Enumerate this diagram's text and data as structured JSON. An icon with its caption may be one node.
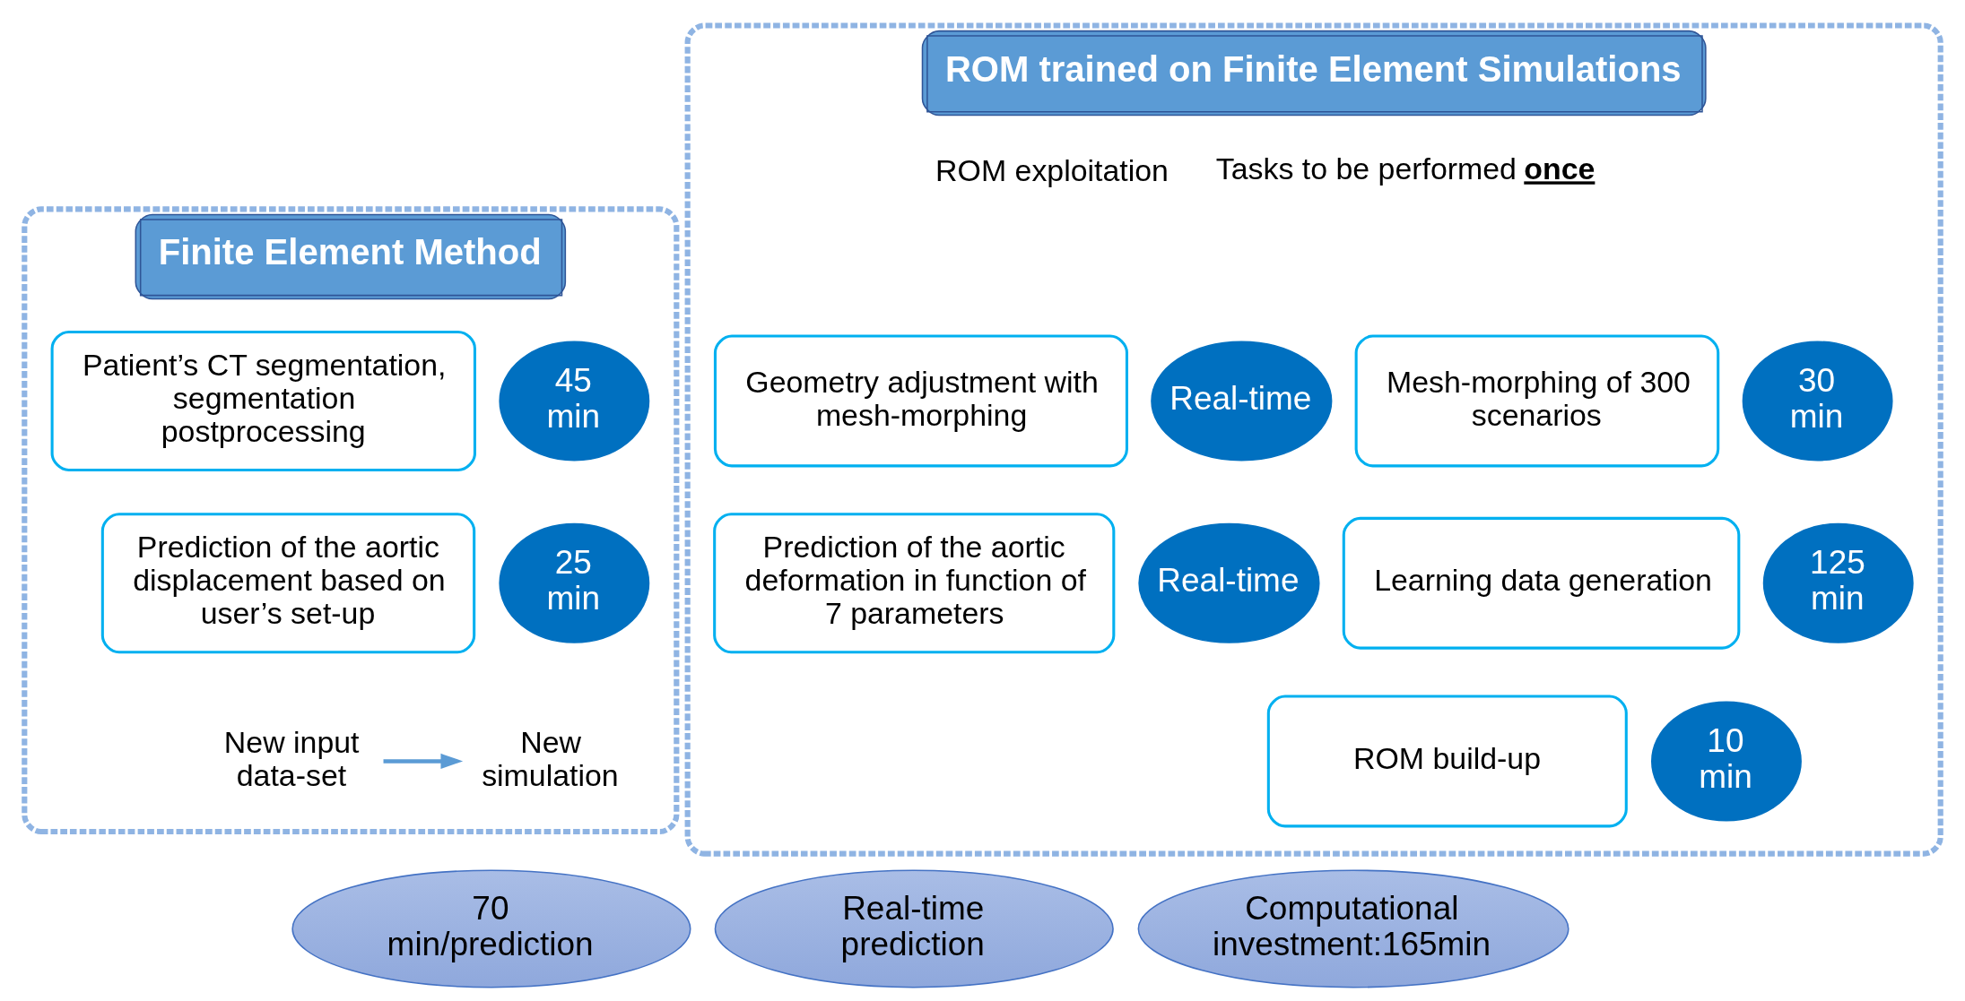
{
  "diagram": {
    "nodes": [
      {
        "text": [
          "Finite Element Method"
        ]
      },
      {
        "text": [
          "Patient’s CT segmentation, segmentation postprocessing"
        ],
        "in": 0
      },
      {
        "text": [
          "45 min"
        ],
        "in": 0
      },
      {
        "text": [
          "Prediction of the aortic displacement based on user’s set-up"
        ],
        "in": 0
      },
      {
        "text": [
          "25 min"
        ],
        "in": 0
      },
      {
        "text": [
          "New input data-set"
        ],
        "in": 0
      },
      {
        "text": [
          "New simulation"
        ],
        "in": 0
      },
      {
        "text": [
          "70 min/prediction"
        ]
      },
      {
        "text": [
          "ROM trained on Finite Element Simulations"
        ]
      },
      {
        "text": [
          "Geometry adjustment with mesh-morphing"
        ],
        "in": 8
      },
      {
        "text": [
          "Real-time"
        ],
        "in": 8
      },
      {
        "text": [
          "Prediction of the aortic deformation in function of 7 parameters"
        ],
        "in": 8
      },
      {
        "text": [
          "Real-time"
        ],
        "in": 8
      },
      {
        "text": [
          "Mesh-morphing of 300 scenarios"
        ],
        "in": 8
      },
      {
        "text": [
          "30 min"
        ],
        "in": 8
      },
      {
        "text": [
          "Learning data generation"
        ],
        "in": 8
      },
      {
        "text": [
          "125 min"
        ],
        "in": 8
      },
      {
        "text": [
          "ROM build-up"
        ],
        "in": 8
      },
      {
        "text": [
          "10 min"
        ],
        "in": 8
      },
      {
        "text": [
          "Real-time prediction"
        ]
      },
      {
        "text": [
          "Computational investment:165min"
        ]
      }
    ],
    "edges": [
      {
        "from": 5,
        "to": 6,
        "arrow": "to",
        "color": "#5b9bd5"
      }
    ],
    "labels": [
      "ROM exploitation",
      "Tasks to be performed **once**"
    ]
  }
}
